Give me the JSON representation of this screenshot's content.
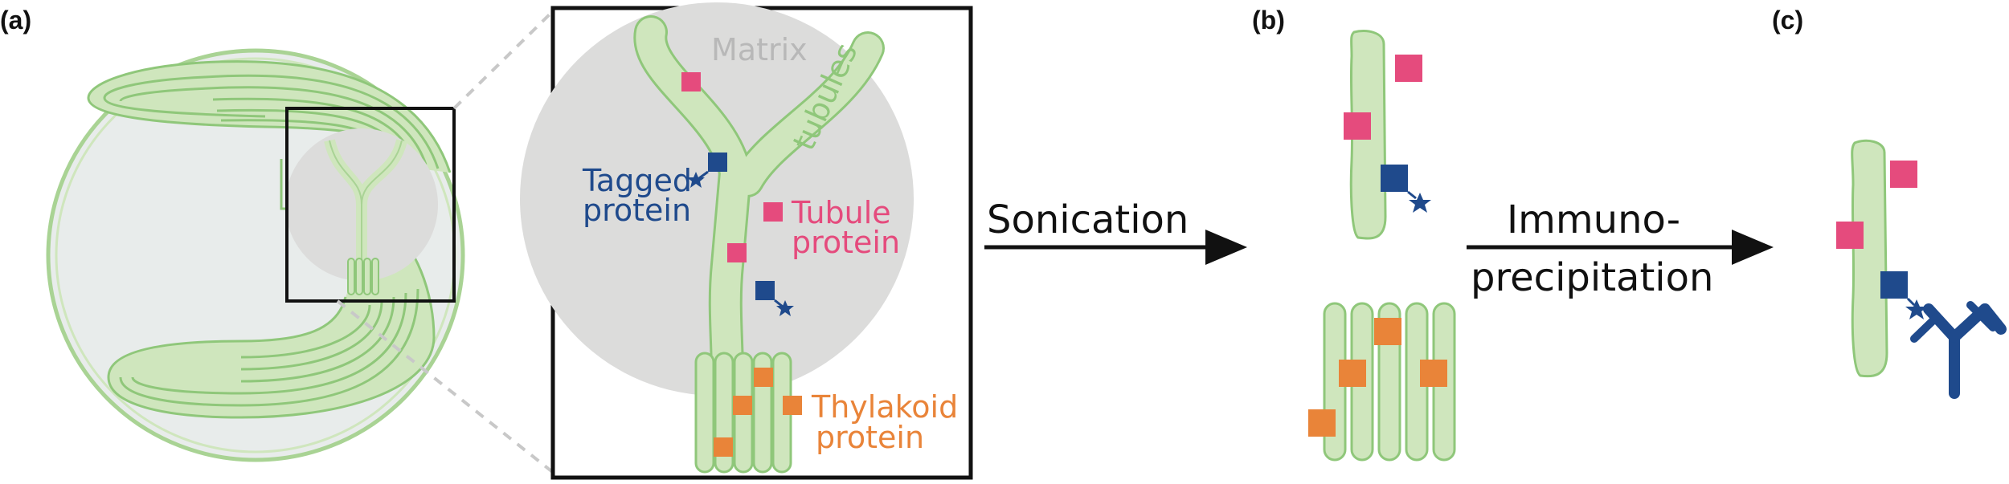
{
  "panels": {
    "a": "(a)",
    "b": "(b)",
    "c": "(c)"
  },
  "labels": {
    "matrix": "Matrix",
    "tubules": "tubules",
    "tagged_line1": "Tagged",
    "tagged_line2": "protein",
    "tubule_line1": "Tubule",
    "tubule_line2": "protein",
    "thylakoid_line1": "Thylakoid",
    "thylakoid_line2": "protein",
    "sonication": "Sonication",
    "immuno_line1": "Immuno-",
    "immuno_line2": "precipitation"
  },
  "colors": {
    "membrane_fill": "#cfe6bd",
    "membrane_stroke": "#8fc77a",
    "matrix_gray": "#dcdcdb",
    "stroma": "#e8eceb",
    "tagged_blue": "#1f4a8c",
    "tubule_pink": "#e54b7d",
    "thylakoid_orange": "#e98439",
    "arrow_black": "#111111"
  }
}
